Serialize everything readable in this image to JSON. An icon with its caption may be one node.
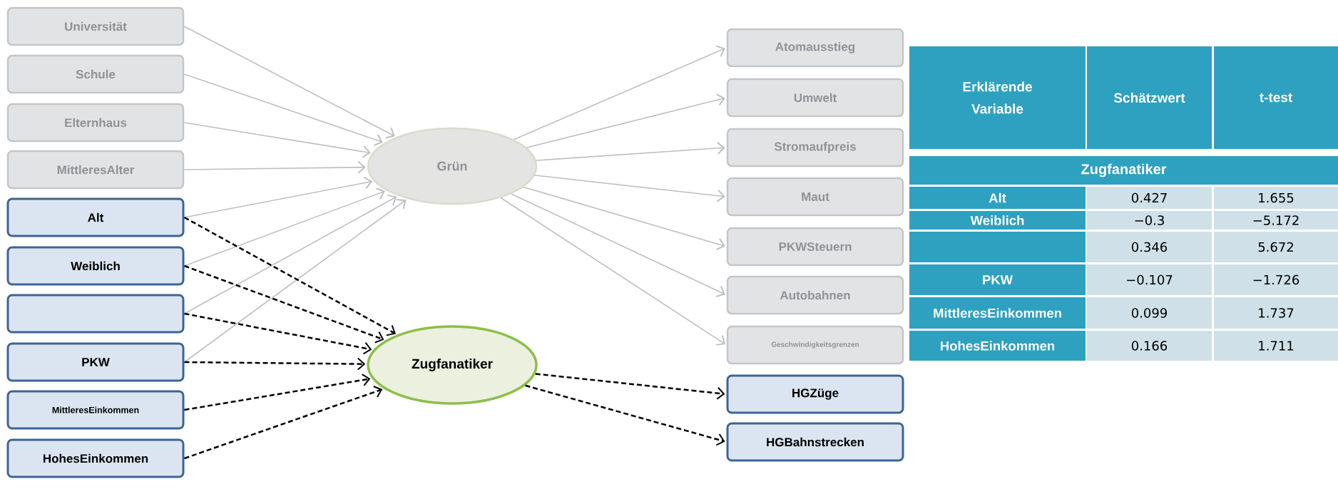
{
  "diagram": {
    "nodes": [
      {
        "text": [
          "Universität"
        ]
      },
      {
        "text": [
          "Schule"
        ]
      },
      {
        "text": [
          "Elternhaus"
        ]
      },
      {
        "text": [
          "MittleresAlter"
        ]
      },
      {
        "text": [
          "Alt"
        ]
      },
      {
        "text": [
          "Weiblich"
        ]
      },
      {
        "text": [],
        "shape": "box"
      },
      {
        "text": [
          "PKW"
        ]
      },
      {
        "text": [
          "MittleresEinkommen"
        ]
      },
      {
        "text": [
          "HohesEinkommen"
        ]
      },
      {
        "text": [
          "Grün"
        ]
      },
      {
        "text": [
          "Zugfanatiker"
        ]
      },
      {
        "text": [
          "Atomausstieg"
        ]
      },
      {
        "text": [
          "Umwelt"
        ]
      },
      {
        "text": [
          "Stromaufpreis"
        ]
      },
      {
        "text": [
          "Maut"
        ]
      },
      {
        "text": [
          "PKWSteuern"
        ]
      },
      {
        "text": [
          "Autobahnen"
        ]
      },
      {
        "text": [
          "Geschwindigkeitsgrenzen"
        ]
      },
      {
        "text": [
          "HGZüge"
        ]
      },
      {
        "text": [
          "HGBahnstrecken"
        ]
      }
    ],
    "edges": [
      {
        "from": 0,
        "to": 10,
        "arrow": "to"
      },
      {
        "from": 1,
        "to": 10,
        "arrow": "to"
      },
      {
        "from": 2,
        "to": 10,
        "arrow": "to"
      },
      {
        "from": 3,
        "to": 10,
        "arrow": "to"
      },
      {
        "from": 4,
        "to": 10,
        "arrow": "to"
      },
      {
        "from": 5,
        "to": 10,
        "arrow": "to"
      },
      {
        "from": 6,
        "to": 10,
        "arrow": "to"
      },
      {
        "from": 7,
        "to": 10,
        "arrow": "to"
      },
      {
        "from": 10,
        "to": 12,
        "arrow": "to"
      },
      {
        "from": 10,
        "to": 13,
        "arrow": "to"
      },
      {
        "from": 10,
        "to": 14,
        "arrow": "to"
      },
      {
        "from": 10,
        "to": 15,
        "arrow": "to"
      },
      {
        "from": 10,
        "to": 16,
        "arrow": "to"
      },
      {
        "from": 10,
        "to": 17,
        "arrow": "to"
      },
      {
        "from": 10,
        "to": 18,
        "arrow": "to"
      },
      {
        "from": 4,
        "to": 11,
        "arrow": "to",
        "style": "dashed",
        "color": "#000000"
      },
      {
        "from": 5,
        "to": 11,
        "arrow": "to",
        "style": "dashed",
        "color": "#000000"
      },
      {
        "from": 6,
        "to": 11,
        "arrow": "to",
        "style": "dashed",
        "color": "#000000"
      },
      {
        "from": 7,
        "to": 11,
        "arrow": "to",
        "style": "dashed",
        "color": "#000000"
      },
      {
        "from": 8,
        "to": 11,
        "arrow": "to",
        "style": "dashed",
        "color": "#000000"
      },
      {
        "from": 9,
        "to": 11,
        "arrow": "to",
        "style": "dashed",
        "color": "#000000"
      },
      {
        "from": 11,
        "to": 19,
        "arrow": "to",
        "style": "dashed",
        "color": "#000000"
      },
      {
        "from": 11,
        "to": 20,
        "arrow": "to",
        "style": "dashed",
        "color": "#000000"
      }
    ],
    "labels": [
      "Erklärende Variable",
      "Schätzwert",
      "t-test",
      "Zugfanatiker",
      "Alt",
      "0.427",
      "1.655",
      "Weiblich",
      "−0.3",
      "−5.172",
      "0.346",
      "5.672",
      "PKW",
      "−0.107",
      "−1.726",
      "MittleresEinkommen",
      "0.099",
      "1.737",
      "HohesEinkommen",
      "0.166",
      "1.711"
    ]
  }
}
